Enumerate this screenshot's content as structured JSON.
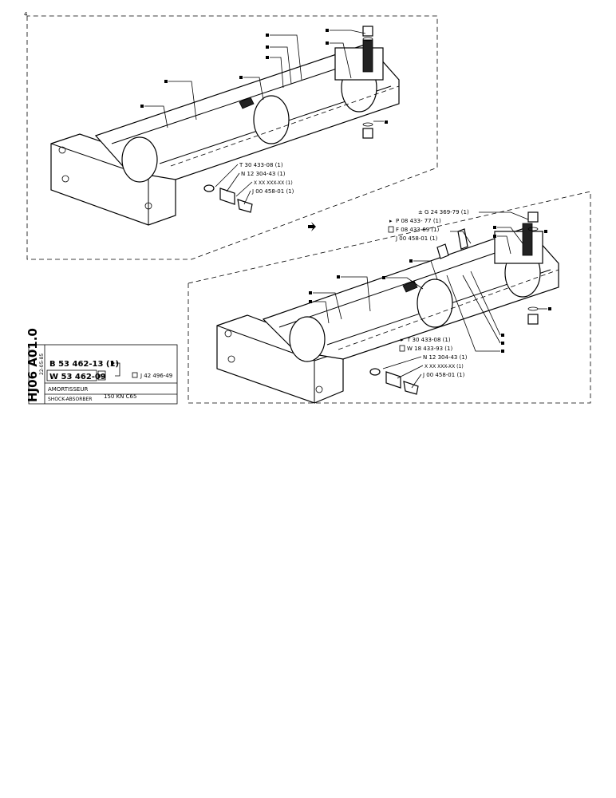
{
  "page_marker": "4",
  "title_block": {
    "drawing_code": "HJ06 A01.0",
    "date": "22-05-85",
    "ref_top": "B 53 462-13 (1)",
    "ref_main": "W 53 462-09",
    "ref_alt": "J 42 496-49",
    "name_fr": "AMORTISSEUR",
    "name_en": "SHOCK-ABSORBER",
    "spec": "150 KN  C65"
  },
  "upper_view": {
    "labels": [
      "T 30 433-08 (1)",
      "N 12 304-43 (1)",
      "X XX XXX-XX (1)",
      "J 00 458-01 (1)"
    ]
  },
  "lower_view": {
    "top_labels": [
      "G 24 369-79 (1)",
      "P 08 433- 77 (1)",
      "F 08 433-69 (1)",
      "J 00 458-01 (1)"
    ],
    "bottom_labels": [
      "T 30 433-08 (1)",
      "W 18 433-93 (1)",
      "N 12 304-43 (1)",
      "X XX XXX-XX (1)",
      "J 00 458-01 (1)"
    ]
  }
}
